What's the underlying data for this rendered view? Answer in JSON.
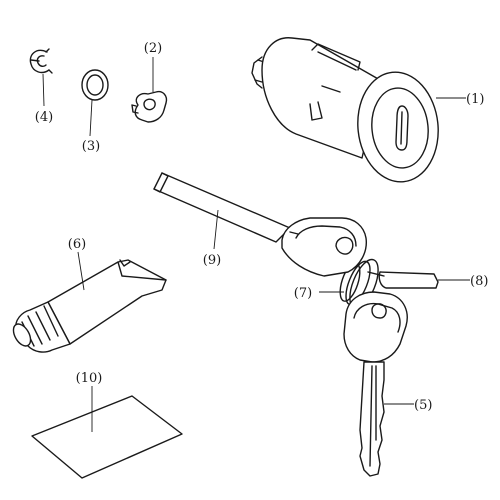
{
  "labels": {
    "p1": "(1)",
    "p2": "(2)",
    "p3": "(3)",
    "p4": "(4)",
    "p5": "(5)",
    "p6": "(6)",
    "p7": "(7)",
    "p8": "(8)",
    "p9": "(9)",
    "p10": "(10)"
  },
  "colors": {
    "line": "#1a1a1a",
    "background": "#ffffff"
  }
}
